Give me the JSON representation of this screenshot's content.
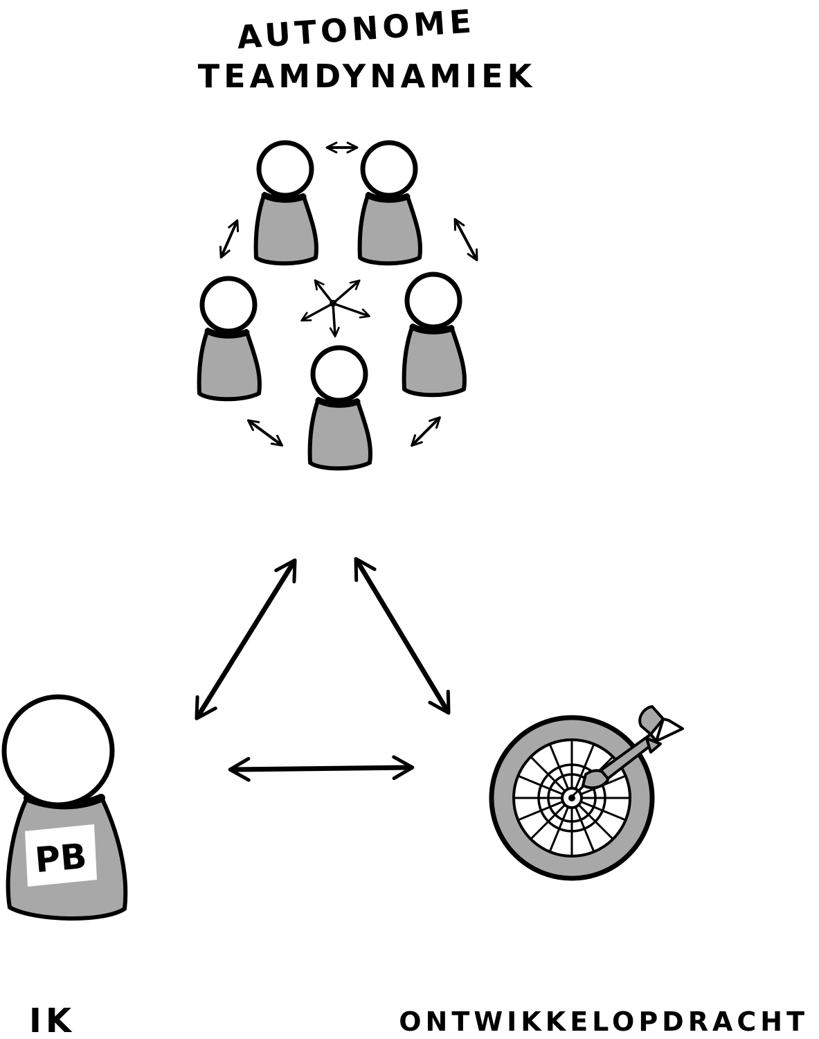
{
  "title": {
    "line1": "AUTONOME",
    "line2": "TEAMDYNAMIEK"
  },
  "labels": {
    "left": "IK",
    "right": "ONTWIKKELOPDRACHT",
    "badge": "PB"
  },
  "colors": {
    "ink": "#000000",
    "figure_fill": "#a8a8a8",
    "background": "#ffffff"
  },
  "icons": {
    "team": "person-figure",
    "target": "dartboard-with-dart",
    "relation": "double-headed-arrow"
  }
}
